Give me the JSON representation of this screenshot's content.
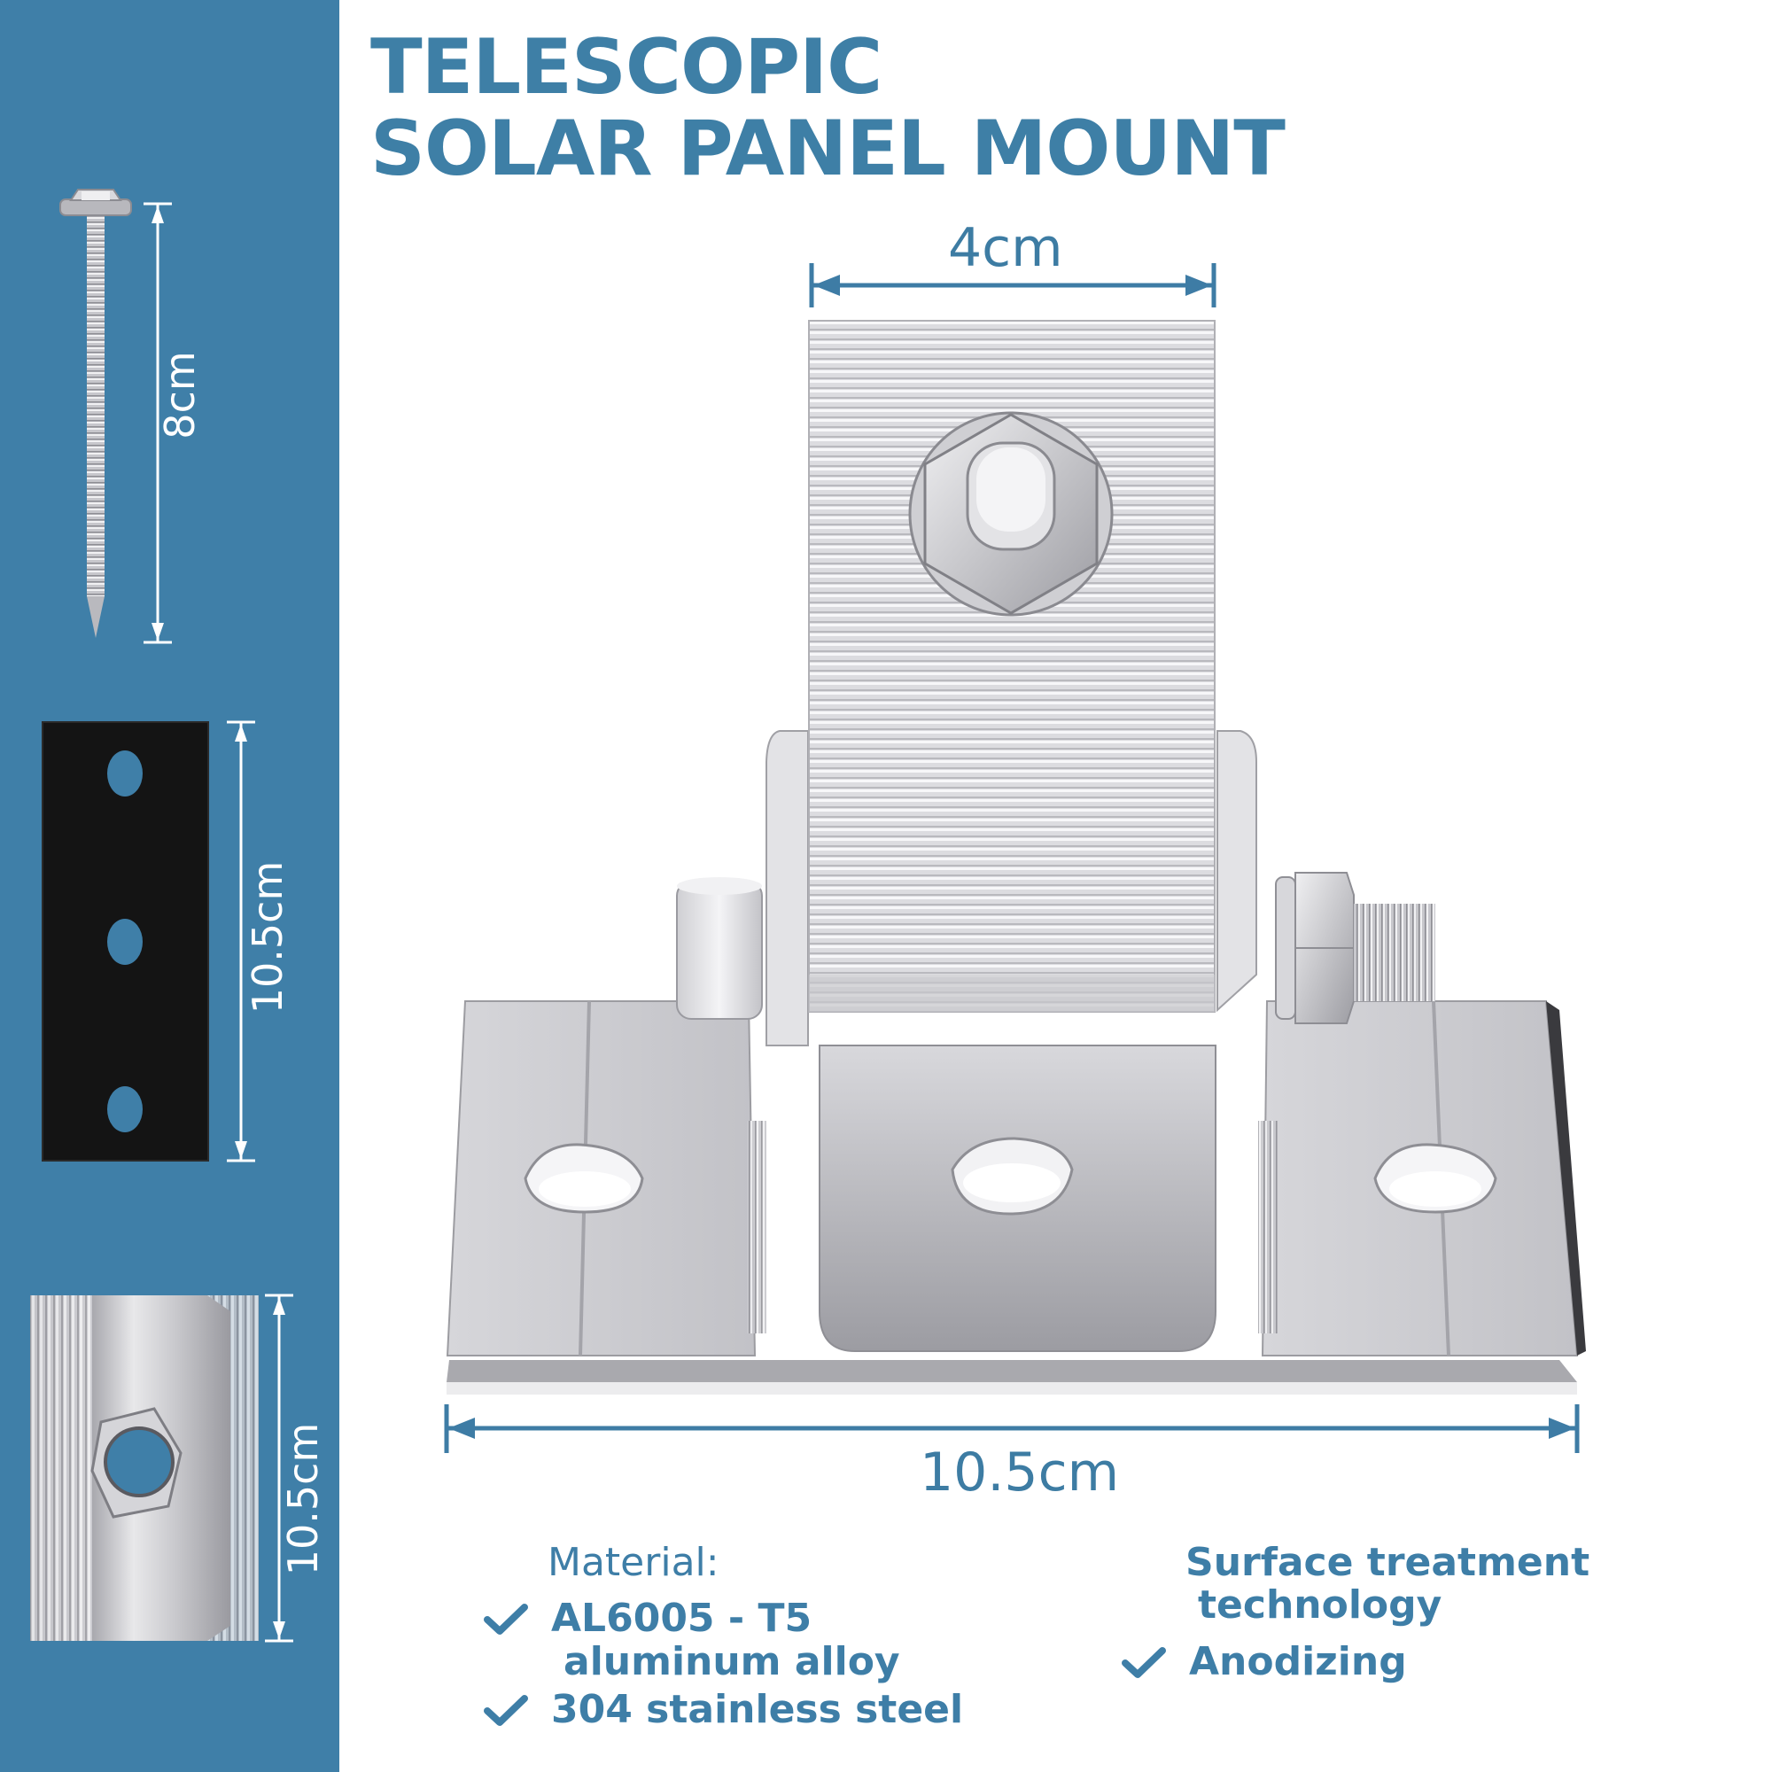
{
  "title": {
    "line1": "TELESCOPIC",
    "line2": "SOLAR PANEL MOUNT"
  },
  "dimensions": {
    "top_width": "4cm",
    "base_width": "10.5cm",
    "screw_length": "8cm",
    "pad_length": "10.5cm",
    "rail_length": "10.5cm"
  },
  "specs": {
    "material": {
      "heading": "Material:",
      "items": [
        "AL6005 - T5",
        "aluminum alloy",
        "304 stainless steel"
      ]
    },
    "surface": {
      "heading_line1": "Surface treatment",
      "heading_line2": "technology",
      "items": [
        "Anodizing"
      ]
    }
  },
  "icons": {
    "check": "check-icon",
    "arrows": "dimension-arrow-icon"
  },
  "colors": {
    "accent": "#3e7fa6",
    "sidebar": "#3f7fa8",
    "background": "#ffffff"
  }
}
